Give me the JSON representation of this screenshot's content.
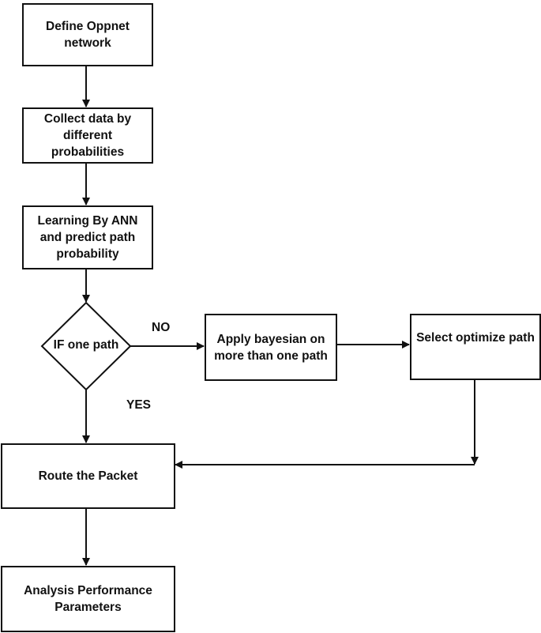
{
  "flowchart": {
    "nodes": {
      "define": "Define Oppnet network",
      "collect": "Collect data by different probabilities",
      "learning": "Learning By ANN and predict path probability",
      "decision": "IF one path",
      "bayesian": "Apply bayesian on more than one path",
      "select": "Select optimize path",
      "route": "Route the Packet",
      "analysis": "Analysis Performance Parameters"
    },
    "edge_labels": {
      "no": "NO",
      "yes": "YES"
    }
  }
}
